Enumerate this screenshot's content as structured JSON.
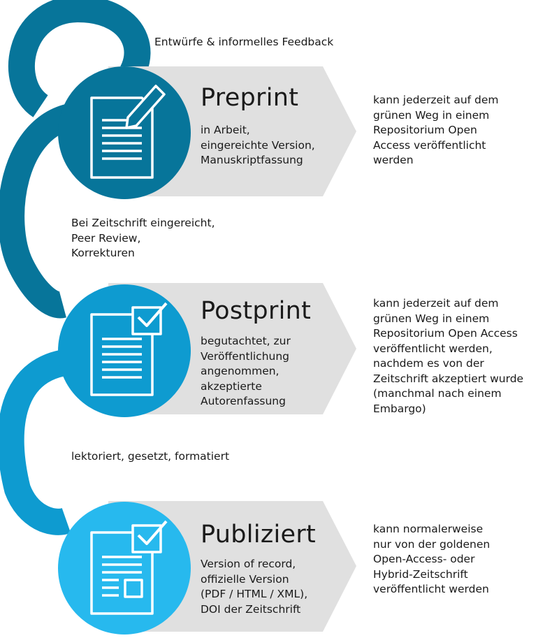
{
  "top_label": "Entwürfe & informelles Feedback",
  "stages": [
    {
      "title": "Preprint",
      "description": "in Arbeit,\neingereichte Version,\nManuskriptfassung",
      "note": "kann jederzeit auf dem\ngrünen Weg in einem\nRepositorium Open\nAccess veröffentlicht\nwerden",
      "icon": "document-pencil-icon",
      "color": "#07759a"
    },
    {
      "title": "Postprint",
      "description": "begutachtet, zur\nVeröffentlichung\nangenommen,\nakzeptierte\nAutorenfassung",
      "note": "kann jederzeit auf dem\ngrünen Weg in einem\nRepositorium Open Access\nveröffentlicht werden,\nnachdem es von der\nZeitschrift akzeptiert wurde\n(manchmal nach einem\nEmbargo)",
      "icon": "document-checkbox-icon",
      "color": "#0e9bd0"
    },
    {
      "title": "Publiziert",
      "description": "Version of record,\noffizielle Version\n(PDF / HTML / XML),\nDOI der Zeitschrift",
      "note": "kann normalerweise\nnur von der goldenen\nOpen-Access- oder\nHybrid-Zeitschrift\nveröffentlicht werden",
      "icon": "document-layout-checkbox-icon",
      "color": "#27b9ee"
    }
  ],
  "transitions": [
    "Bei Zeitschrift eingereicht,\nPeer Review,\nKorrekturen",
    "lektoriert, gesetzt, formatiert"
  ],
  "colors": {
    "arrow_fill": "#e0e0e0",
    "icon_stroke": "#ffffff"
  }
}
